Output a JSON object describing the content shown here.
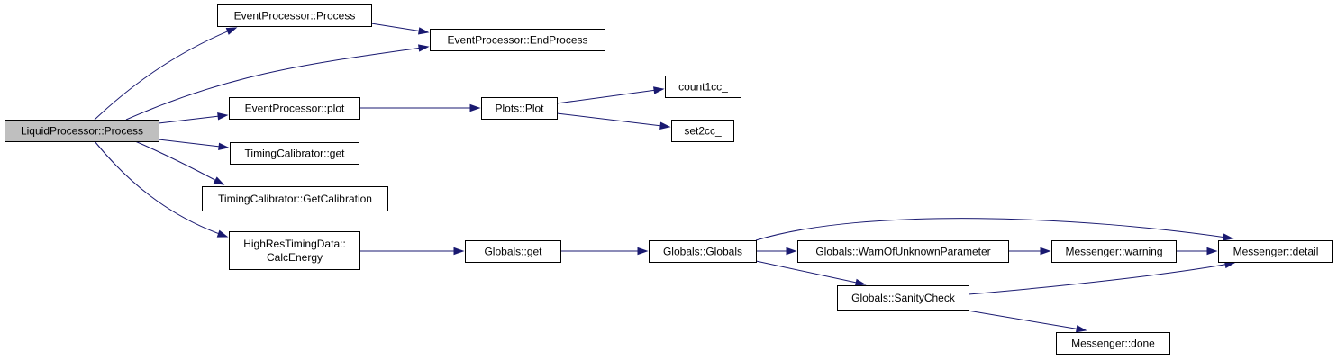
{
  "nodes": [
    {
      "id": "root",
      "lines": [
        "LiquidProcessor::Process"
      ],
      "highlighted": true
    },
    {
      "id": "ep_process",
      "lines": [
        "EventProcessor::Process"
      ]
    },
    {
      "id": "ep_end",
      "lines": [
        "EventProcessor::EndProcess"
      ]
    },
    {
      "id": "ep_plot",
      "lines": [
        "EventProcessor::plot"
      ]
    },
    {
      "id": "plots_plot",
      "lines": [
        "Plots::Plot"
      ]
    },
    {
      "id": "count1cc",
      "lines": [
        "count1cc_"
      ]
    },
    {
      "id": "set2cc",
      "lines": [
        "set2cc_"
      ]
    },
    {
      "id": "tc_get",
      "lines": [
        "TimingCalibrator::get"
      ]
    },
    {
      "id": "tc_getcal",
      "lines": [
        "TimingCalibrator::GetCalibration"
      ]
    },
    {
      "id": "hrtd",
      "lines": [
        "HighResTimingData::",
        "CalcEnergy"
      ]
    },
    {
      "id": "globals_get",
      "lines": [
        "Globals::get"
      ]
    },
    {
      "id": "globals_ctor",
      "lines": [
        "Globals::Globals"
      ]
    },
    {
      "id": "warn_unknown",
      "lines": [
        "Globals::WarnOfUnknownParameter"
      ]
    },
    {
      "id": "msg_warning",
      "lines": [
        "Messenger::warning"
      ]
    },
    {
      "id": "msg_detail",
      "lines": [
        "Messenger::detail"
      ]
    },
    {
      "id": "sanity",
      "lines": [
        "Globals::SanityCheck"
      ]
    },
    {
      "id": "msg_done",
      "lines": [
        "Messenger::done"
      ]
    }
  ],
  "edges": [
    {
      "from": "root",
      "to": "ep_process"
    },
    {
      "from": "root",
      "to": "ep_end"
    },
    {
      "from": "root",
      "to": "ep_plot"
    },
    {
      "from": "root",
      "to": "tc_get"
    },
    {
      "from": "root",
      "to": "tc_getcal"
    },
    {
      "from": "root",
      "to": "hrtd"
    },
    {
      "from": "ep_process",
      "to": "ep_end"
    },
    {
      "from": "ep_plot",
      "to": "plots_plot"
    },
    {
      "from": "plots_plot",
      "to": "count1cc"
    },
    {
      "from": "plots_plot",
      "to": "set2cc"
    },
    {
      "from": "hrtd",
      "to": "globals_get"
    },
    {
      "from": "globals_get",
      "to": "globals_ctor"
    },
    {
      "from": "globals_ctor",
      "to": "warn_unknown"
    },
    {
      "from": "globals_ctor",
      "to": "msg_detail"
    },
    {
      "from": "globals_ctor",
      "to": "sanity"
    },
    {
      "from": "warn_unknown",
      "to": "msg_warning"
    },
    {
      "from": "msg_warning",
      "to": "msg_detail"
    },
    {
      "from": "sanity",
      "to": "msg_detail"
    },
    {
      "from": "sanity",
      "to": "msg_done"
    }
  ],
  "colors": {
    "edge": "#191970",
    "node_border": "#000000",
    "node_fill": "#ffffff",
    "highlight_fill": "#bfbfbf"
  }
}
